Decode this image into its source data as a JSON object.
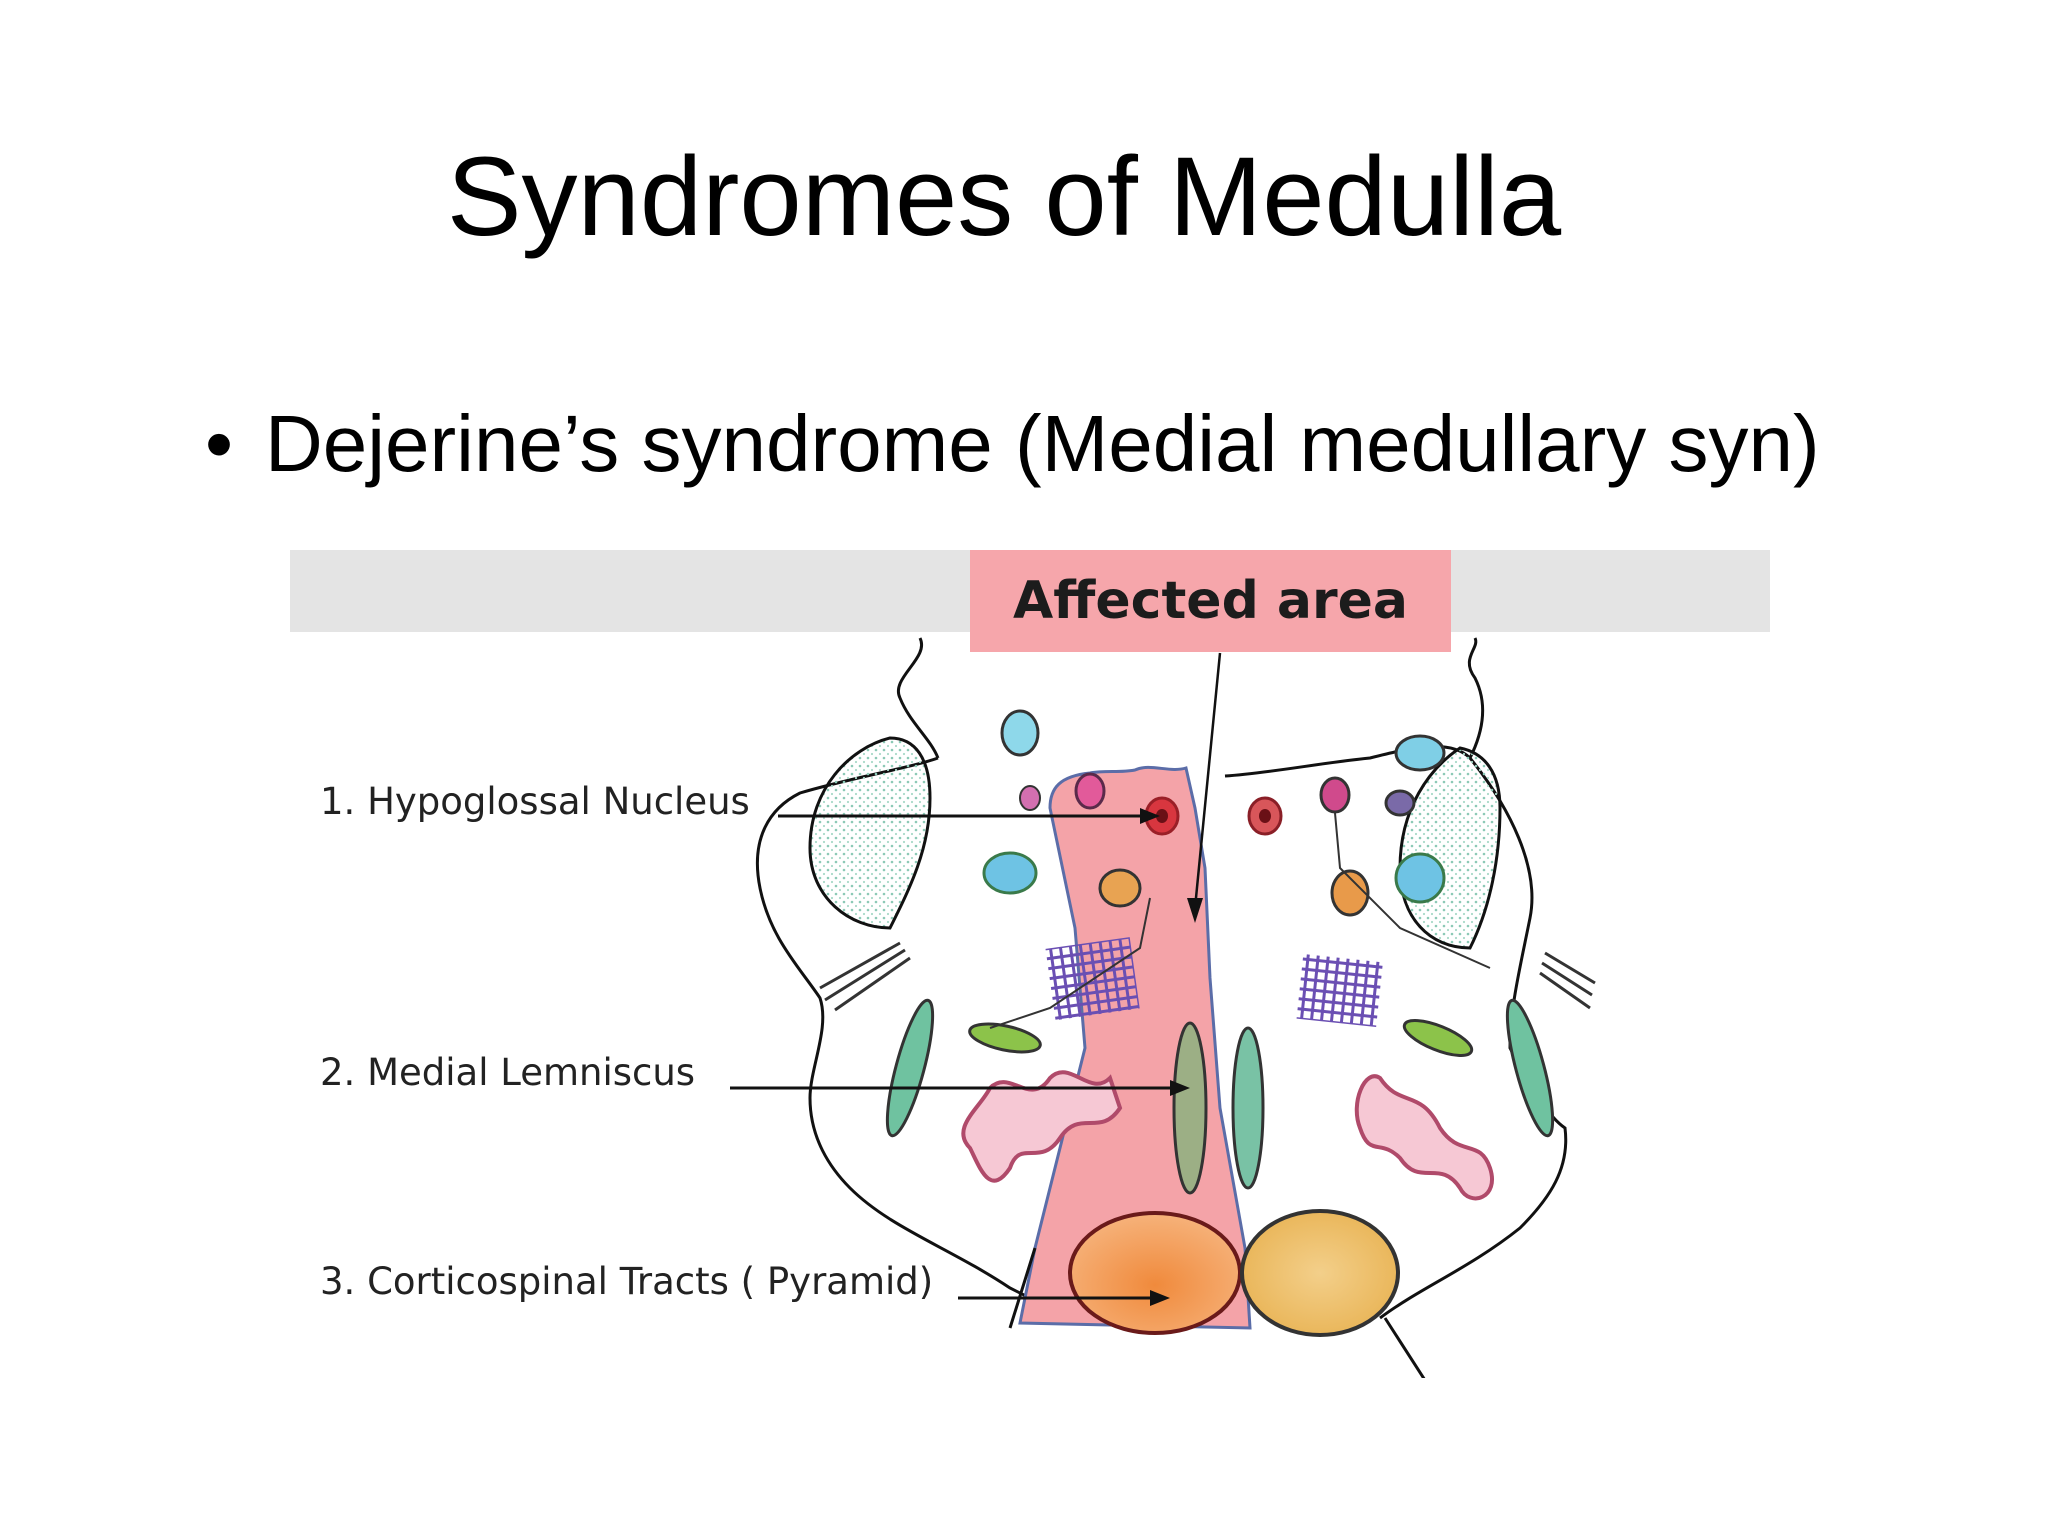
{
  "slide": {
    "title": "Syndromes of Medulla",
    "bullet": {
      "marker": "•",
      "text": "Dejerine’s syndrome (Medial medullary syn)"
    }
  },
  "figure": {
    "header_label": "Affected area",
    "labels": [
      "1. Hypoglossal Nucleus",
      "2. Medial Lemniscus",
      "3. Corticospinal Tracts ( Pyramid)"
    ],
    "colors": {
      "affected_region": "#f4a3a8",
      "header_bar": "#e4e4e4",
      "pyramid": "#f3a065",
      "medial_lemniscus": "#9caf85",
      "hypoglossal": "#d8363f"
    }
  }
}
